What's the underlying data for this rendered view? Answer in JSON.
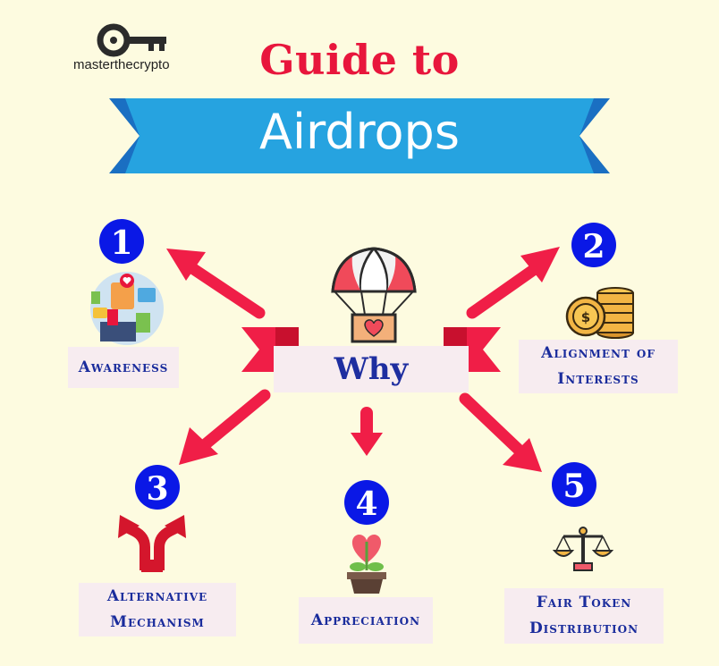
{
  "brand": {
    "logo_text": "masterthecrypto"
  },
  "header": {
    "title": "Guide to",
    "banner": "Airdrops"
  },
  "center": {
    "label": "Why"
  },
  "nodes": [
    {
      "number": "1",
      "label": "Awareness"
    },
    {
      "number": "2",
      "label_line1": "Alignment of",
      "label_line2": "Interests"
    },
    {
      "number": "3",
      "label_line1": "Alternative",
      "label_line2": "Mechanism"
    },
    {
      "number": "4",
      "label": "Appreciation"
    },
    {
      "number": "5",
      "label_line1": "Fair Token",
      "label_line2": "Distribution"
    }
  ],
  "colors": {
    "background": "#fdfbe0",
    "title_red": "#e8163c",
    "banner_blue": "#26a3e0",
    "banner_dark": "#1a6fc2",
    "arrow_red": "#f01e47",
    "number_blue": "#0a18e6",
    "label_text": "#1a2c9c",
    "label_bg": "#f7ecf0"
  },
  "icons": [
    "key-logo-icon",
    "parachute-gift-icon",
    "social-media-icon",
    "coin-stack-icon",
    "split-arrow-icon",
    "heart-plant-icon",
    "balance-scale-icon"
  ]
}
